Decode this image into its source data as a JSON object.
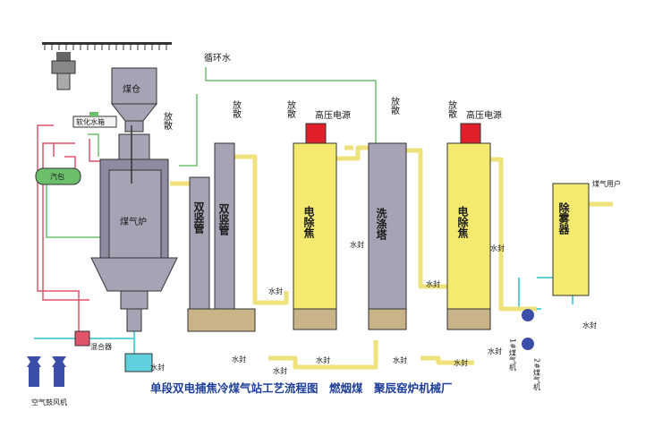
{
  "colors": {
    "pipe_yellow": "#f0e27a",
    "pipe_green": "#6bbf6b",
    "pipe_red": "#e0536a",
    "water_cyan": "#5fd0dc",
    "vessel_gray": "#a7a3b5",
    "vessel_yellow": "#f3ea6f",
    "valve_blue": "#3b4fa8",
    "power_red": "#e0202a",
    "sludge": "#c9b48a"
  },
  "labels": {
    "circulating_water": "循环水",
    "vent_1": "放散",
    "vent_2": "放散",
    "vent_3": "放散",
    "vent_4": "放散",
    "vent_5": "放散",
    "hv_power_1": "高压电源",
    "hv_power_2": "高压电源",
    "coal_bin": "煤仓",
    "softened_water_tank": "软化水箱",
    "steam_drum": "汽包",
    "gasifier": "煤气炉",
    "double_riser_1": "双竖管",
    "double_riser_2": "双竖管",
    "ep_1": "电除焦",
    "ep_2": "电除焦",
    "scrubber": "洗涤塔",
    "demister": "除雾器",
    "gas_user": "煤气用户",
    "mixer": "混合器",
    "water_seal": "水封",
    "air_blower": "空气鼓风机",
    "blower_1": "1#煤气机",
    "blower_2": "2#煤气机"
  },
  "caption": "单段双电捕焦冷煤气站工艺流程图　燃烟煤　聚辰窑炉机械厂"
}
